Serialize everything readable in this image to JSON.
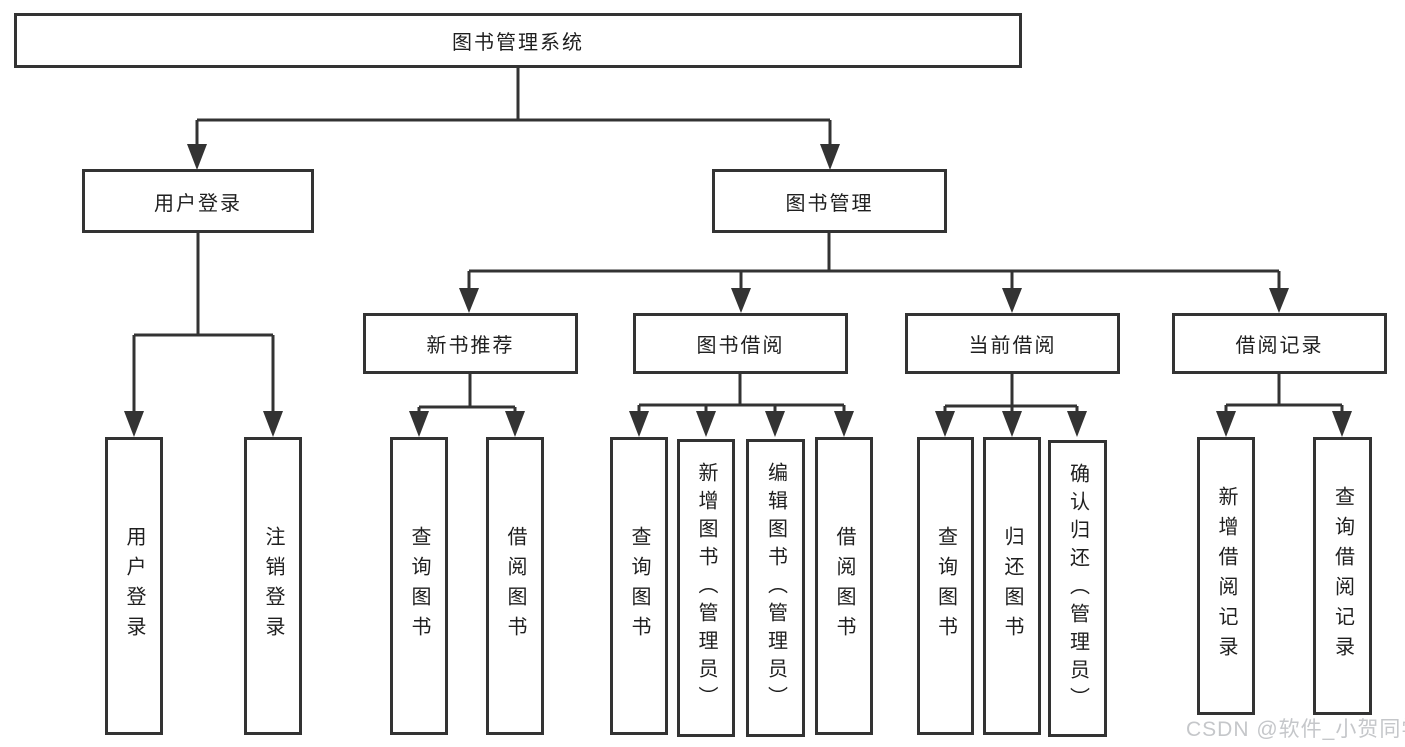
{
  "page": {
    "background": "#ffffff",
    "line_color": "#333333",
    "text_color": "#1f1f1f",
    "watermark": {
      "text": "CSDN @软件_小贺同学",
      "color": "#c5c7ca"
    }
  },
  "diagram": {
    "root": {
      "label": "图书管理系统"
    },
    "branches": [
      {
        "label": "用户登录",
        "children": [
          {
            "label": "用户登录"
          },
          {
            "label": "注销登录"
          }
        ]
      },
      {
        "label": "图书管理",
        "children": [
          {
            "label": "新书推荐",
            "children": [
              {
                "label": "查询图书"
              },
              {
                "label": "借阅图书"
              }
            ]
          },
          {
            "label": "图书借阅",
            "children": [
              {
                "label": "查询图书"
              },
              {
                "label": "新增图书（管理员）"
              },
              {
                "label": "编辑图书（管理员）"
              },
              {
                "label": "借阅图书"
              }
            ]
          },
          {
            "label": "当前借阅",
            "children": [
              {
                "label": "查询图书"
              },
              {
                "label": "归还图书"
              },
              {
                "label": "确认归还（管理员）"
              }
            ]
          },
          {
            "label": "借阅记录",
            "children": [
              {
                "label": "新增借阅记录"
              },
              {
                "label": "查询借阅记录"
              }
            ]
          }
        ]
      }
    ]
  }
}
